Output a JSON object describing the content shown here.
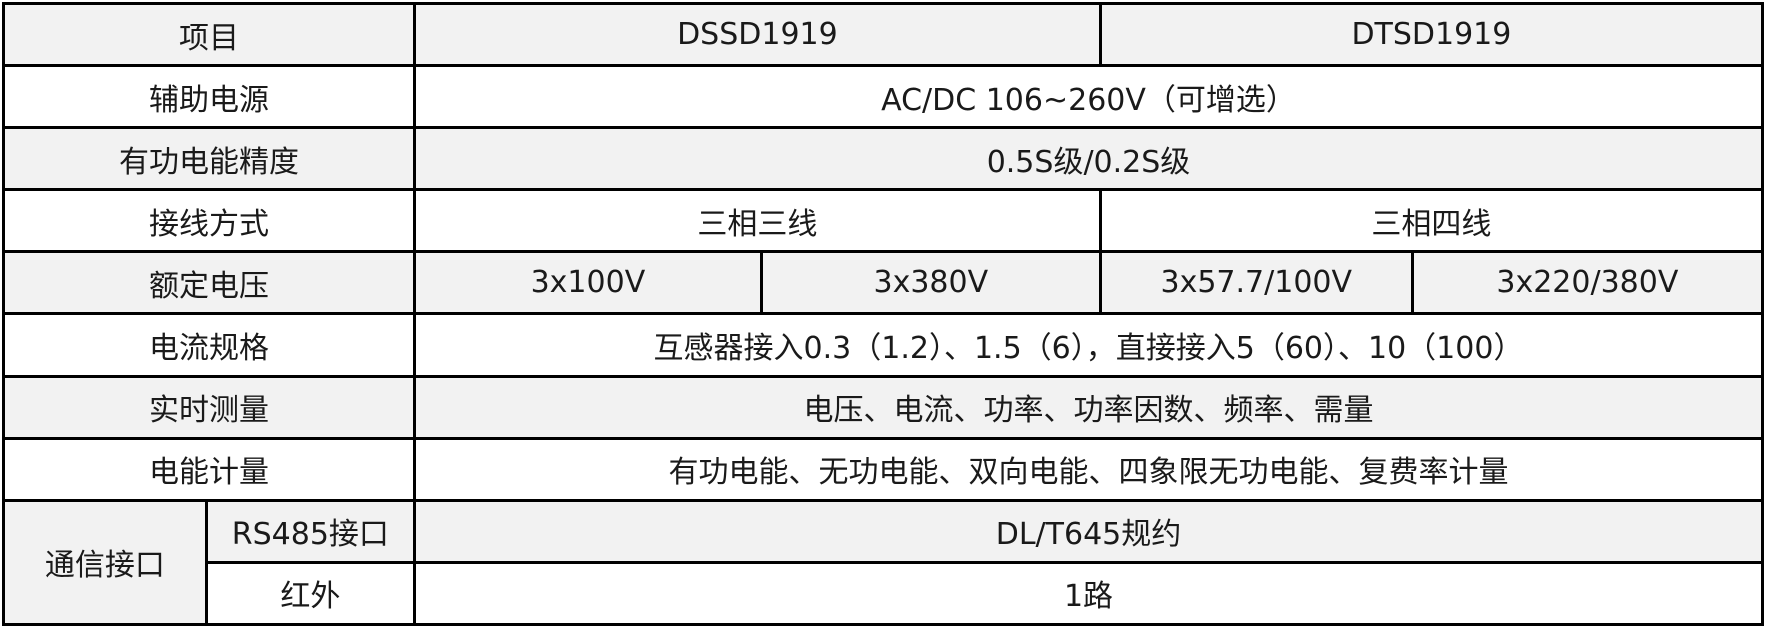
{
  "table": {
    "header": {
      "item": "项目",
      "model_a": "DSSD1919",
      "model_b": "DTSD1919"
    },
    "aux_power": {
      "label": "辅助电源",
      "value": "AC/DC 106~260V（可增选）"
    },
    "accuracy": {
      "label": "有功电能精度",
      "value": "0.5S级/0.2S级"
    },
    "wiring": {
      "label": "接线方式",
      "model_a": "三相三线",
      "model_b": "三相四线"
    },
    "rated_voltage": {
      "label": "额定电压",
      "values": [
        "3x100V",
        "3x380V",
        "3x57.7/100V",
        "3x220/380V"
      ]
    },
    "current_spec": {
      "label": "电流规格",
      "value": "互感器接入0.3（1.2）、1.5（6），直接接入5（60）、10（100）"
    },
    "realtime": {
      "label": "实时测量",
      "value": "电压、电流、功率、功率因数、频率、需量"
    },
    "energy": {
      "label": "电能计量",
      "value": "有功电能、无功电能、双向电能、四象限无功电能、复费率计量"
    },
    "comm": {
      "label": "通信接口",
      "rs485": {
        "label": "RS485接口",
        "value": "DL/T645规约"
      },
      "infrared": {
        "label": "红外",
        "value": "1路"
      }
    }
  }
}
